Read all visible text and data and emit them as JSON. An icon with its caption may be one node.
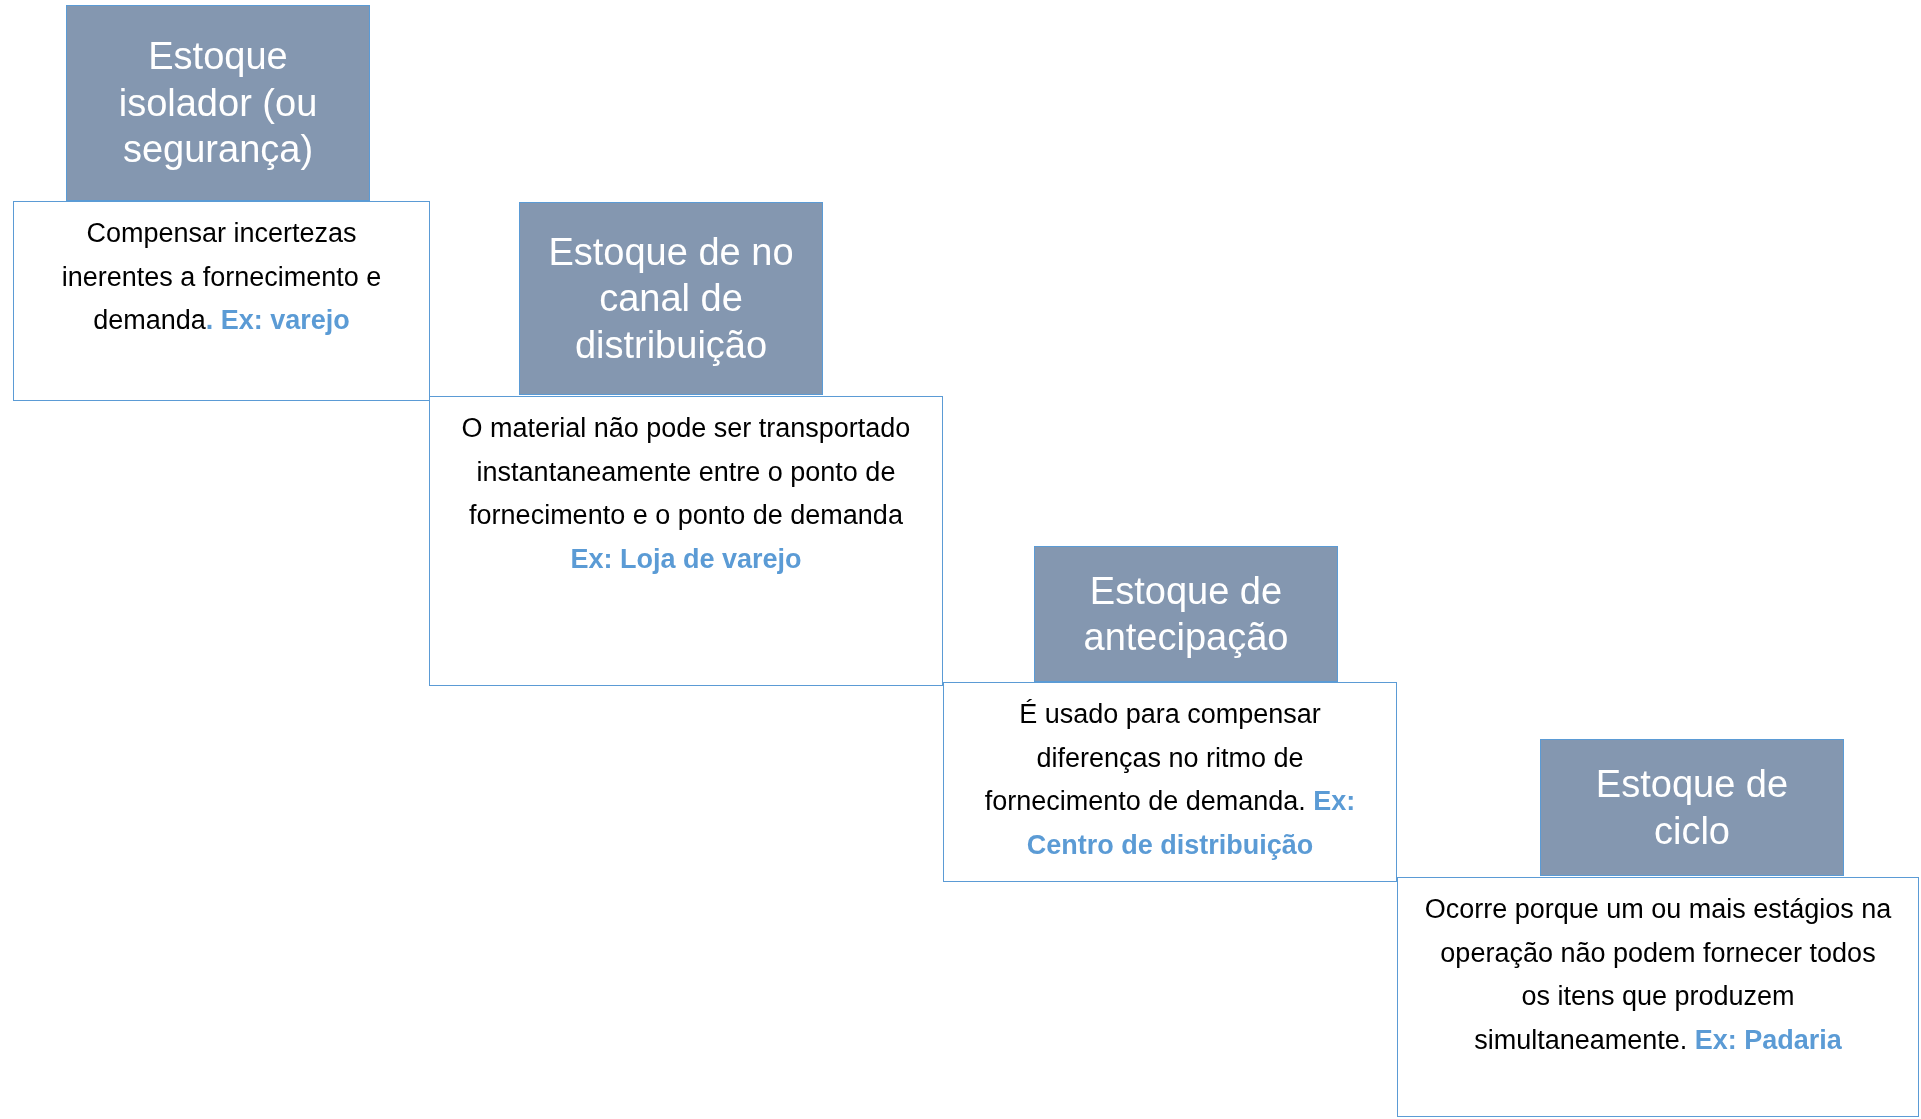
{
  "diagram": {
    "nodes": [
      {
        "text": [
          "Estoque isolador (ou segurança)"
        ]
      },
      {
        "text": [
          "Compensar incertezas inerentes a fornecimento e demanda**. Ex: varejo**"
        ]
      },
      {
        "text": [
          "Estoque de no canal de distribuição"
        ]
      },
      {
        "text": [
          "O material não pode ser transportado instantaneamente entre o ponto de fornecimento e o ponto de demanda **Ex: Loja de varejo**"
        ]
      },
      {
        "text": [
          "Estoque de antecipação"
        ]
      },
      {
        "text": [
          "É usado para compensar diferenças no ritmo de fornecimento de demanda. **Ex: Centro de distribuição**"
        ]
      },
      {
        "text": [
          "Estoque de ciclo"
        ]
      },
      {
        "text": [
          "Ocorre porque um ou mais estágios na operação não podem fornecer todos os itens que produzem simultaneamente. **Ex: Padaria**"
        ]
      }
    ]
  }
}
